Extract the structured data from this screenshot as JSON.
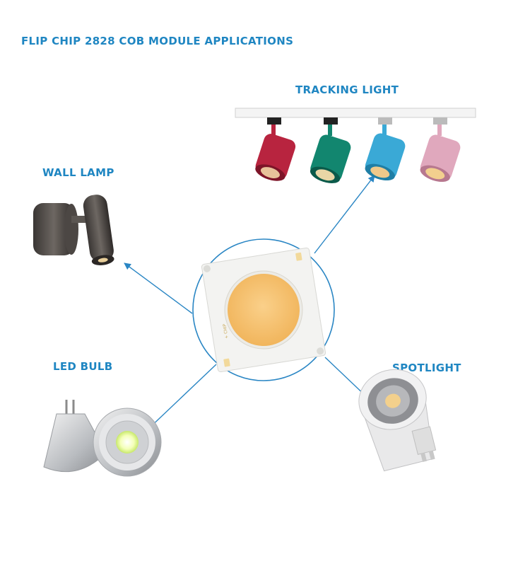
{
  "title": "FLIP CHIP 2828 COB MODULE APPLICATIONS",
  "applications": {
    "tracking_light": "TRACKING LIGHT",
    "wall_lamp": "WALL LAMP",
    "led_bulb": "LED BULB",
    "spotlight": "SPOTLIGHT"
  },
  "colors": {
    "label": "#1f86c2",
    "arrow": "#2a86c4",
    "led": "#f6c26b",
    "tracking_heads": [
      "#b8243f",
      "#12866f",
      "#3aa9d6",
      "#e0a8bd"
    ]
  }
}
